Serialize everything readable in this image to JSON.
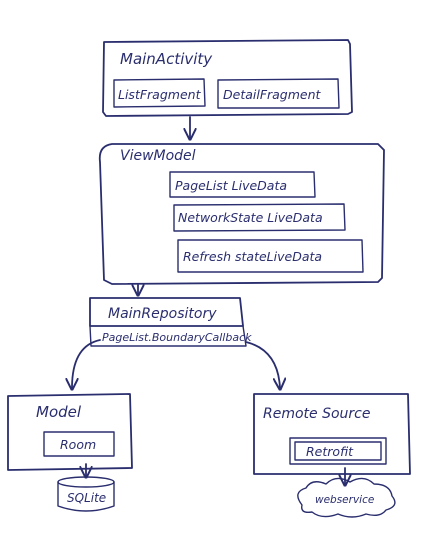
{
  "main_activity": {
    "title": "MainActivity",
    "children": [
      "ListFragment",
      "DetailFragment"
    ]
  },
  "view_model": {
    "title": "ViewModel",
    "children": [
      "PageList LiveData",
      "NetworkState LiveData",
      "Refresh stateLiveData"
    ]
  },
  "main_repository": {
    "title": "MainRepository",
    "subtitle": "PageList.BoundaryCallback"
  },
  "model": {
    "title": "Model",
    "child": "Room",
    "storage": "SQLite"
  },
  "remote_source": {
    "title": "Remote Source",
    "child": "Retrofit",
    "cloud": "webservice"
  },
  "colors": {
    "ink": "#2a2e6e",
    "background": "#ffffff"
  }
}
